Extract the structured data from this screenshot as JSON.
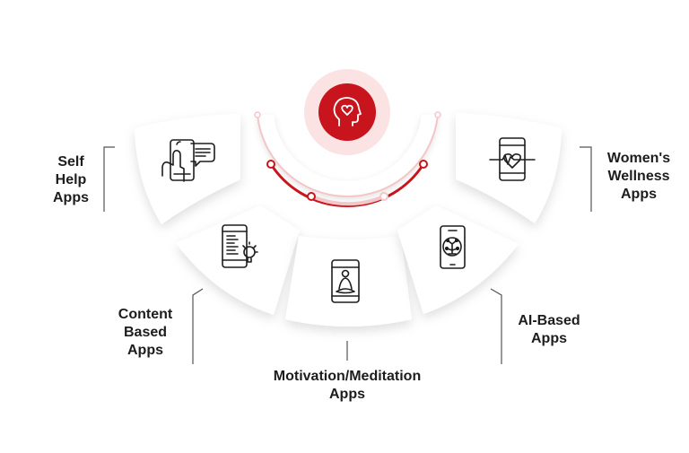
{
  "labels": {
    "self_help": [
      "Self",
      "Help",
      "Apps"
    ],
    "content_based": [
      "Content",
      "Based",
      "Apps"
    ],
    "motivation": [
      "Motivation/Meditation",
      "Apps"
    ],
    "ai_based": [
      "AI-Based",
      "Apps"
    ],
    "womens_wellness": [
      "Women's",
      "Wellness",
      "Apps"
    ]
  },
  "icons": {
    "center": "head-heart-icon",
    "self_help": "phone-touch-chat-icon",
    "content_based": "phone-document-bulb-icon",
    "motivation": "phone-meditation-icon",
    "ai_based": "phone-brain-circuit-icon",
    "womens_wellness": "phone-heartbeat-icon"
  },
  "colors": {
    "accent": "#c8141c",
    "accent_light": "#f4c6c8",
    "accent_pale": "#fbe3e4",
    "text": "#1d1d1d",
    "leader_line": "#555555"
  }
}
